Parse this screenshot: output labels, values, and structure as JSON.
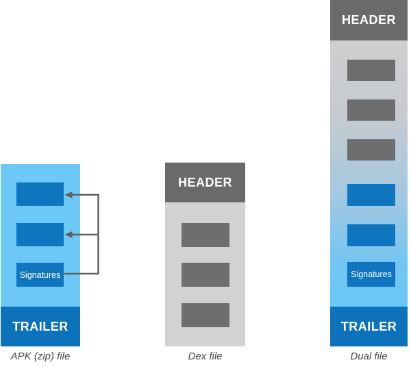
{
  "diagram": {
    "columns": [
      {
        "id": "apk",
        "caption": "APK (zip) file",
        "body_color": "#6cc8f6",
        "block_color": "#0f75be",
        "blocks": [
          {
            "label": ""
          },
          {
            "label": ""
          },
          {
            "label": "Signatures"
          }
        ],
        "trailer": {
          "label": "TRAILER",
          "color": "#0d72ba"
        }
      },
      {
        "id": "dex",
        "caption": "Dex file",
        "header": {
          "label": "HEADER",
          "color": "#6a6a6a"
        },
        "body_color": "#d2d2d2",
        "block_color": "#6e6e6e",
        "blocks": [
          {
            "label": ""
          },
          {
            "label": ""
          },
          {
            "label": ""
          }
        ]
      },
      {
        "id": "dual",
        "caption": "Dual file",
        "header": {
          "label": "HEADER",
          "color": "#6a6a6a"
        },
        "body_gradient_top": "#cecece",
        "body_gradient_bottom": "#68c8f7",
        "gray_blocks": [
          {
            "label": ""
          },
          {
            "label": ""
          },
          {
            "label": ""
          }
        ],
        "blue_blocks": [
          {
            "label": ""
          },
          {
            "label": ""
          },
          {
            "label": "Signatures"
          }
        ],
        "trailer": {
          "label": "TRAILER",
          "color": "#0d72ba"
        }
      }
    ],
    "arrows": {
      "from": "Signatures",
      "targets": [
        "apk-entry-block-1",
        "apk-entry-block-2"
      ],
      "color": "#5e6062"
    }
  }
}
